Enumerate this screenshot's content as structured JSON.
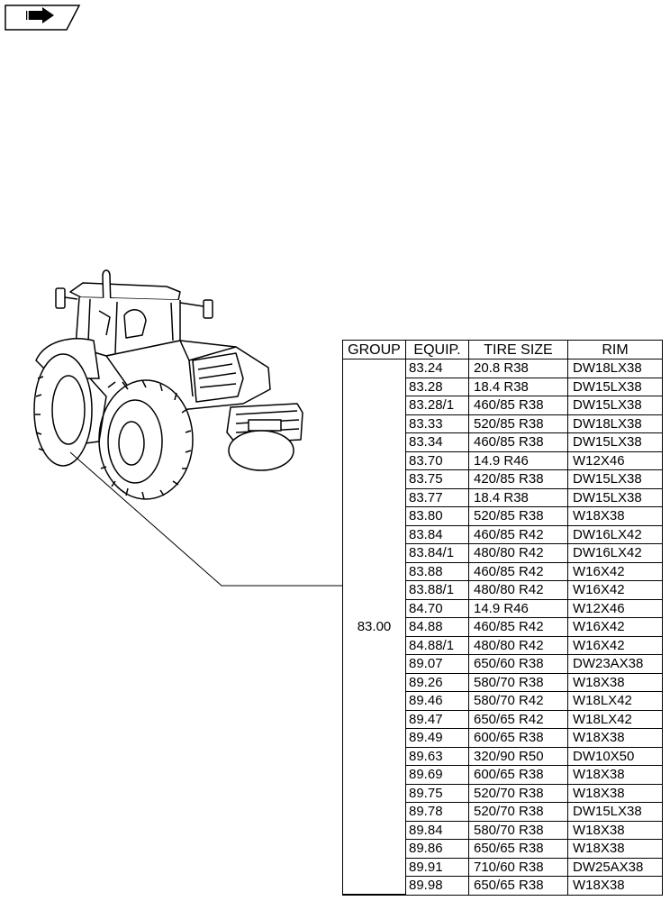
{
  "table": {
    "headers": [
      "GROUP",
      "EQUIP.",
      "TIRE SIZE",
      "RIM"
    ],
    "group": "83.00",
    "rows": [
      [
        "83.24",
        "20.8 R38",
        "DW18LX38"
      ],
      [
        "83.28",
        "18.4 R38",
        "DW15LX38"
      ],
      [
        "83.28/1",
        "460/85 R38",
        "DW15LX38"
      ],
      [
        "83.33",
        "520/85 R38",
        "DW18LX38"
      ],
      [
        "83.34",
        "460/85 R38",
        "DW15LX38"
      ],
      [
        "83.70",
        "14.9 R46",
        "W12X46"
      ],
      [
        "83.75",
        "420/85 R38",
        "DW15LX38"
      ],
      [
        "83.77",
        "18.4 R38",
        "DW15LX38"
      ],
      [
        "83.80",
        "520/85 R38",
        "W18X38"
      ],
      [
        "83.84",
        "460/85 R42",
        "DW16LX42"
      ],
      [
        "83.84/1",
        "480/80 R42",
        "DW16LX42"
      ],
      [
        "83.88",
        "460/85 R42",
        "W16X42"
      ],
      [
        "83.88/1",
        "480/80 R42",
        "W16X42"
      ],
      [
        "84.70",
        "14.9 R46",
        "W12X46"
      ],
      [
        "84.88",
        "460/85 R42",
        "W16X42"
      ],
      [
        "84.88/1",
        "480/80 R42",
        "W16X42"
      ],
      [
        "89.07",
        "650/60 R38",
        "DW23AX38"
      ],
      [
        "89.26",
        "580/70 R38",
        "W18X38"
      ],
      [
        "89.46",
        "580/70 R42",
        "W18LX42"
      ],
      [
        "89.47",
        "650/65 R42",
        "W18LX42"
      ],
      [
        "89.49",
        "600/65 R38",
        "W18X38"
      ],
      [
        "89.63",
        "320/90 R50",
        "DW10X50"
      ],
      [
        "89.69",
        "600/65 R38",
        "W18X38"
      ],
      [
        "89.75",
        "520/70 R38",
        "W18X38"
      ],
      [
        "89.78",
        "520/70 R38",
        "DW15LX38"
      ],
      [
        "89.84",
        "580/70 R38",
        "W18X38"
      ],
      [
        "89.86",
        "650/65 R38",
        "W18X38"
      ],
      [
        "89.91",
        "710/60 R38",
        "DW25AX38"
      ],
      [
        "89.98",
        "650/65 R38",
        "W18X38"
      ]
    ]
  },
  "icons": {
    "nav": "forward-arrow-tab-icon",
    "illustration": "tractor-illustration"
  }
}
